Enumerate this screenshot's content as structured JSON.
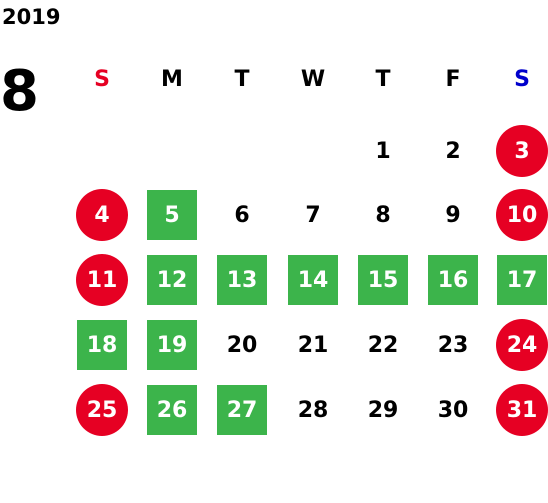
{
  "calendar": {
    "year": "2019",
    "month": "8",
    "weekdays": [
      {
        "label": "S",
        "color": "#e60023"
      },
      {
        "label": "M",
        "color": "#000000"
      },
      {
        "label": "T",
        "color": "#000000"
      },
      {
        "label": "W",
        "color": "#000000"
      },
      {
        "label": "T",
        "color": "#000000"
      },
      {
        "label": "F",
        "color": "#000000"
      },
      {
        "label": "S",
        "color": "#0000cc"
      }
    ],
    "legend_colors": {
      "holiday": "#e60023",
      "open": "#3cb44b"
    },
    "days": [
      {
        "label": "1",
        "style": "plain"
      },
      {
        "label": "2",
        "style": "plain"
      },
      {
        "label": "3",
        "style": "holiday"
      },
      {
        "label": "4",
        "style": "holiday"
      },
      {
        "label": "5",
        "style": "open"
      },
      {
        "label": "6",
        "style": "plain"
      },
      {
        "label": "7",
        "style": "plain"
      },
      {
        "label": "8",
        "style": "plain"
      },
      {
        "label": "9",
        "style": "plain"
      },
      {
        "label": "10",
        "style": "holiday"
      },
      {
        "label": "11",
        "style": "holiday"
      },
      {
        "label": "12",
        "style": "open"
      },
      {
        "label": "13",
        "style": "open"
      },
      {
        "label": "14",
        "style": "open"
      },
      {
        "label": "15",
        "style": "open"
      },
      {
        "label": "16",
        "style": "open"
      },
      {
        "label": "17",
        "style": "open"
      },
      {
        "label": "18",
        "style": "open"
      },
      {
        "label": "19",
        "style": "open"
      },
      {
        "label": "20",
        "style": "plain"
      },
      {
        "label": "21",
        "style": "plain"
      },
      {
        "label": "22",
        "style": "plain"
      },
      {
        "label": "23",
        "style": "plain"
      },
      {
        "label": "24",
        "style": "holiday"
      },
      {
        "label": "25",
        "style": "holiday"
      },
      {
        "label": "26",
        "style": "open"
      },
      {
        "label": "27",
        "style": "open"
      },
      {
        "label": "28",
        "style": "plain"
      },
      {
        "label": "29",
        "style": "plain"
      },
      {
        "label": "30",
        "style": "plain"
      },
      {
        "label": "31",
        "style": "holiday"
      }
    ]
  }
}
